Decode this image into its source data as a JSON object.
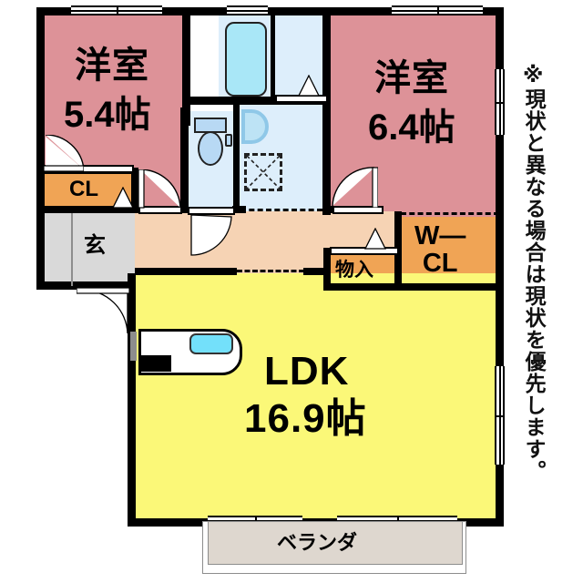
{
  "document": {
    "type": "floor-plan",
    "note_vertical": "※現状と異なる場合は現状を優先します。"
  },
  "rooms": [
    {
      "id": "washitsu-left",
      "name": "洋室",
      "size": "5.4帖",
      "color": "#dd9298"
    },
    {
      "id": "washitsu-right",
      "name": "洋室",
      "size": "6.4帖",
      "color": "#dd9298"
    },
    {
      "id": "ldk",
      "name": "LDK",
      "size": "16.9帖",
      "color": "#fbf878"
    }
  ],
  "labels": {
    "bedroom_left_name": "洋室",
    "bedroom_left_size": "5.4帖",
    "bedroom_right_name": "洋室",
    "bedroom_right_size": "6.4帖",
    "ldk_name": "LDK",
    "ldk_size": "16.9帖",
    "closet_cl": "CL",
    "closet_wcl_line1": "W―",
    "closet_wcl_line2": "CL",
    "storage": "物入",
    "entrance": "玄",
    "balcony": "ベランダ"
  },
  "colors": {
    "bedroom": "#dd9298",
    "ldk": "#fbf878",
    "hallway": "#f6d3b4",
    "entrance": "#d9d9d9",
    "closet": "#f0a455",
    "wet_area": "#ddeefb",
    "balcony": "#ded7cf",
    "wall": "#000000",
    "bathtub": "#a9e7f7",
    "kitchen_sink": "#73e0fa",
    "toilet": "#b8d9f4"
  },
  "fixtures": [
    {
      "name": "bathtub",
      "room": "bathroom"
    },
    {
      "name": "wash-basin",
      "room": "washroom"
    },
    {
      "name": "washing-machine-space",
      "room": "washroom"
    },
    {
      "name": "toilet",
      "room": "toilet"
    },
    {
      "name": "kitchen-counter",
      "room": "ldk"
    },
    {
      "name": "kitchen-sink",
      "room": "ldk"
    }
  ]
}
